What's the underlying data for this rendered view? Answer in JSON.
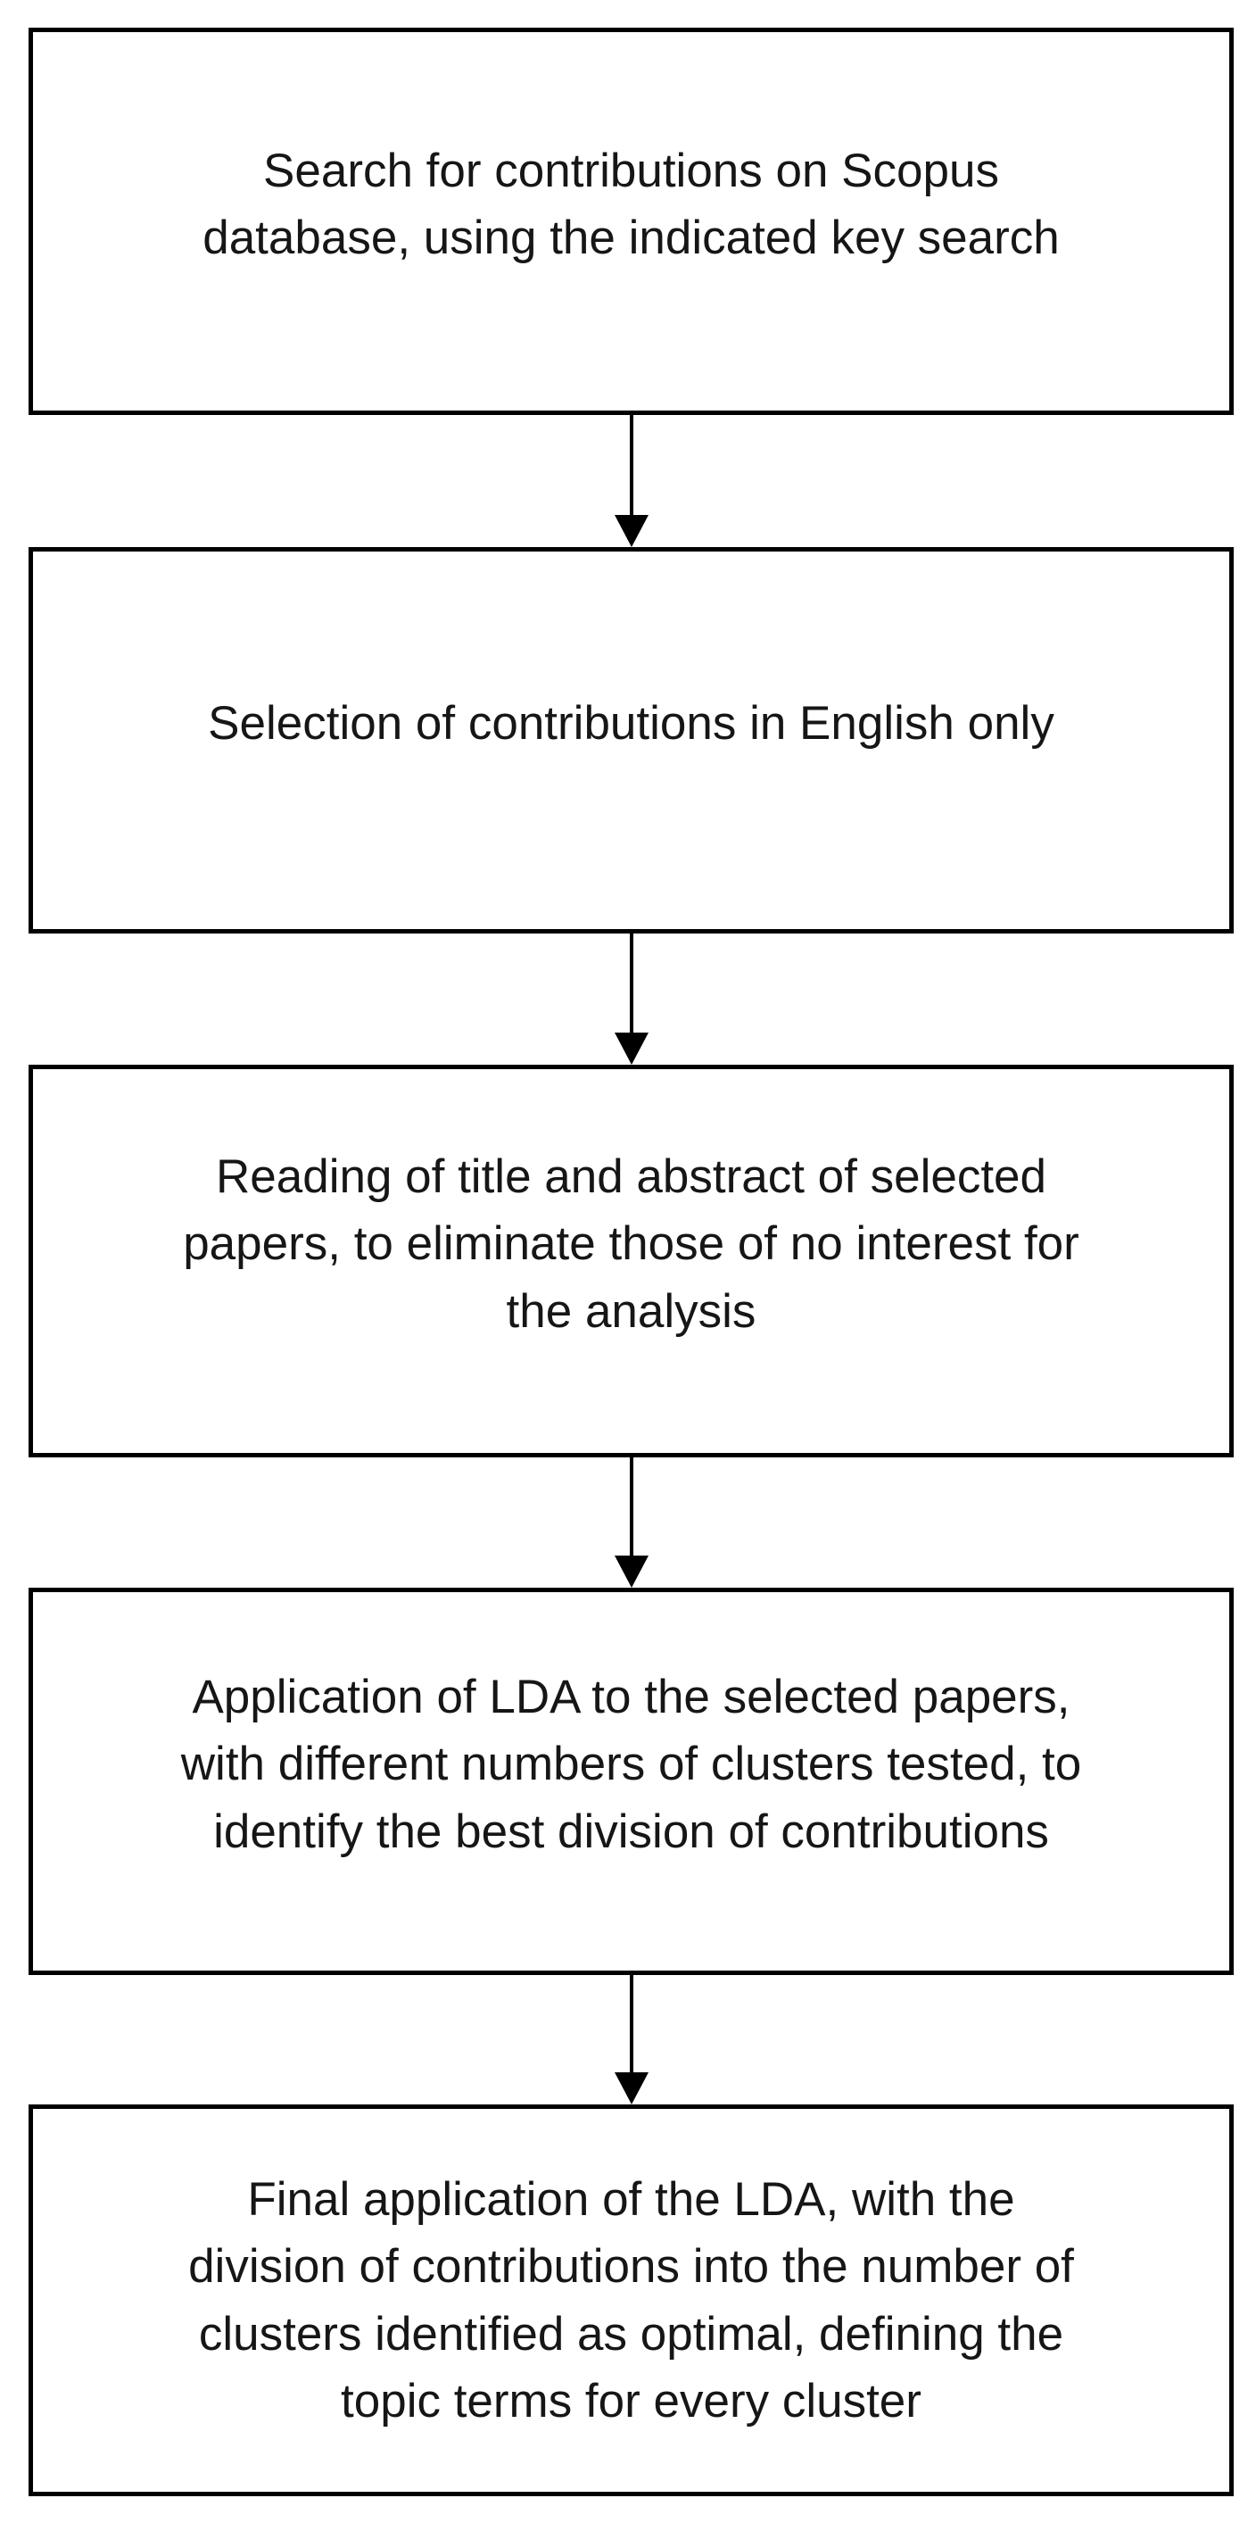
{
  "diagram": {
    "type": "flowchart",
    "direction": "top-down",
    "steps": [
      {
        "id": 1,
        "label": "Search for contributions on Scopus\ndatabase, using the indicated key search"
      },
      {
        "id": 2,
        "label": "Selection of contributions in English only"
      },
      {
        "id": 3,
        "label": "Reading of title and abstract of selected\npapers, to eliminate those of no interest for\nthe analysis"
      },
      {
        "id": 4,
        "label": "Application of LDA to the selected papers,\nwith different numbers of clusters tested, to\nidentify the best division of contributions"
      },
      {
        "id": 5,
        "label": "Final application of the LDA, with the\ndivision of contributions into the number of\nclusters identified as optimal, defining the\ntopic terms for every cluster"
      }
    ],
    "connector_icon": "down-arrow",
    "connector_count": 4
  },
  "colors": {
    "background": "#ffffff",
    "box_border": "#000000",
    "box_fill": "#ffffff",
    "text": "#161616",
    "arrow": "#000000"
  }
}
